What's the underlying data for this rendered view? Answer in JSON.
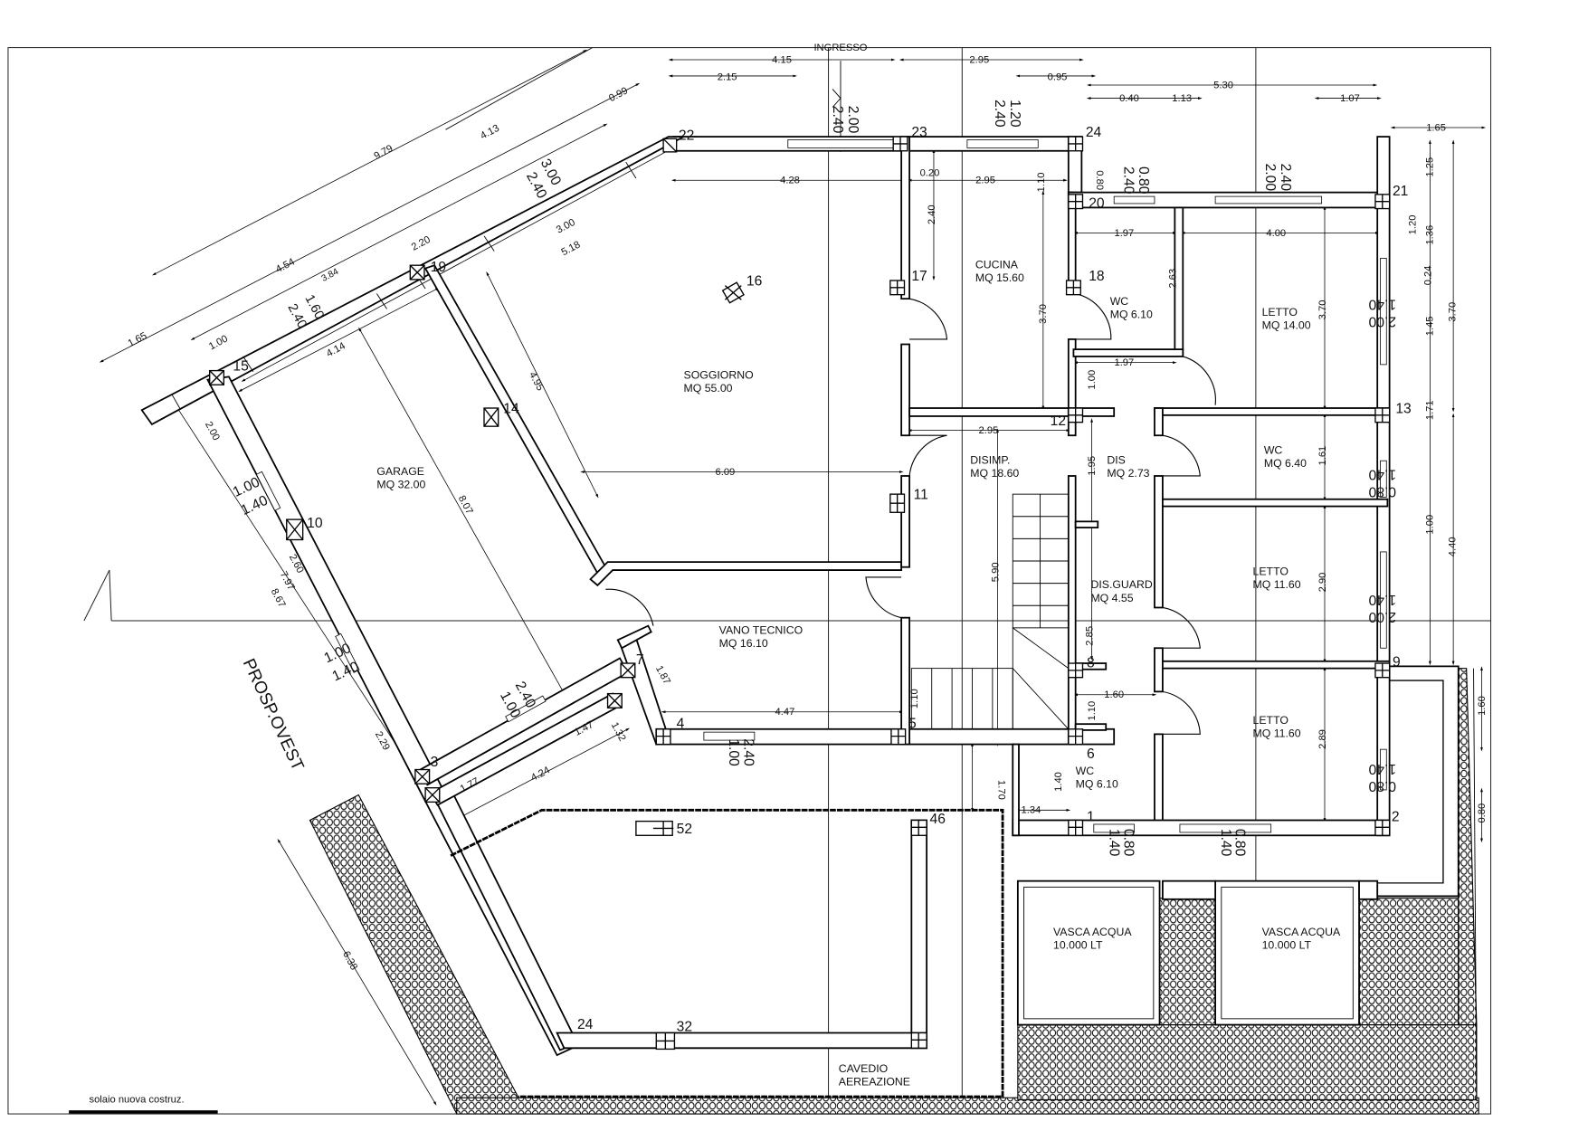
{
  "title_note": "INGRESSO",
  "rooms": [
    {
      "name": "SOGGIORNO",
      "area": "MQ 55.00"
    },
    {
      "name": "GARAGE",
      "area": "MQ 32.00"
    },
    {
      "name": "CUCINA",
      "area": "MQ 15.60"
    },
    {
      "name": "WC",
      "area": "MQ 6.10"
    },
    {
      "name": "LETTO",
      "area": "MQ 14.00"
    },
    {
      "name": "DISIMP.",
      "area": "MQ 18.60"
    },
    {
      "name": "DIS",
      "area": "MQ 2.73"
    },
    {
      "name": "WC",
      "area": "MQ 6.40"
    },
    {
      "name": "LETTO",
      "area": "MQ 11.60"
    },
    {
      "name": "DIS.GUARD.",
      "area": "MQ 4.55"
    },
    {
      "name": "VANO TECNICO",
      "area": "MQ 16.10"
    },
    {
      "name": "LETTO",
      "area": "MQ 11.60"
    },
    {
      "name": "WC",
      "area": "MQ 6.10"
    },
    {
      "name": "VASCA ACQUA",
      "area": "10.000 LT"
    },
    {
      "name": "VASCA ACQUA",
      "area": "10.000 LT"
    },
    {
      "name": "CAVEDIO",
      "area": "AEREAZIONE"
    }
  ],
  "dimensions": [
    "4.15",
    "2.95",
    "2.15",
    "0.95",
    "5.30",
    "0.40",
    "1.13",
    "1.07",
    "1.65",
    "9.79",
    "4.13",
    "0.99",
    "4.54",
    "2.20",
    "3.00",
    "5.18",
    "1.65",
    "1.00",
    "4.14",
    "3.00",
    "2.40",
    "3.84",
    "2.40",
    "1.60",
    "2.00",
    "2.40",
    "1.20",
    "2.40",
    "4.28",
    "0.20",
    "2.95",
    "0.80",
    "0.80",
    "2.40",
    "2.40",
    "2.00",
    "1.10",
    "2.40",
    "1.97",
    "4.00",
    "1.25",
    "1.20",
    "1.36",
    "0.24",
    "1.45",
    "3.70",
    "1.40",
    "2.00",
    "2.63",
    "3.70",
    "3.70",
    "1.97",
    "1.00",
    "2.95",
    "1.95",
    "1.61",
    "1.71",
    "1.40",
    "0.80",
    "1.00",
    "4.40",
    "2.90",
    "1.40",
    "2.00",
    "2.85",
    "5.90",
    "6.09",
    "4.95",
    "8.07",
    "2.00",
    "1.00",
    "1.40",
    "2.60",
    "7.97",
    "8.67",
    "1.00",
    "1.40",
    "2.29",
    "1.87",
    "1.47",
    "1.32",
    "2.40",
    "1.00",
    "4.47",
    "2.40",
    "1.00",
    "1.77",
    "4.24",
    "1.10",
    "1.60",
    "1.10",
    "1.40",
    "1.70",
    "1.34",
    "2.89",
    "1.40",
    "0.80",
    "1.60",
    "0.80",
    "0.80",
    "1.40",
    "0.80",
    "1.40",
    "6.38"
  ],
  "points": [
    "22",
    "23",
    "24",
    "21",
    "20",
    "17",
    "18",
    "16",
    "19",
    "15",
    "14",
    "12",
    "13",
    "11",
    "10",
    "7",
    "8",
    "9",
    "4",
    "5",
    "6",
    "3",
    "1",
    "2",
    "46",
    "52",
    "24",
    "32"
  ],
  "notes": {
    "elevation": "PROSP.OVEST",
    "legend": "solaio nuova costruz."
  }
}
